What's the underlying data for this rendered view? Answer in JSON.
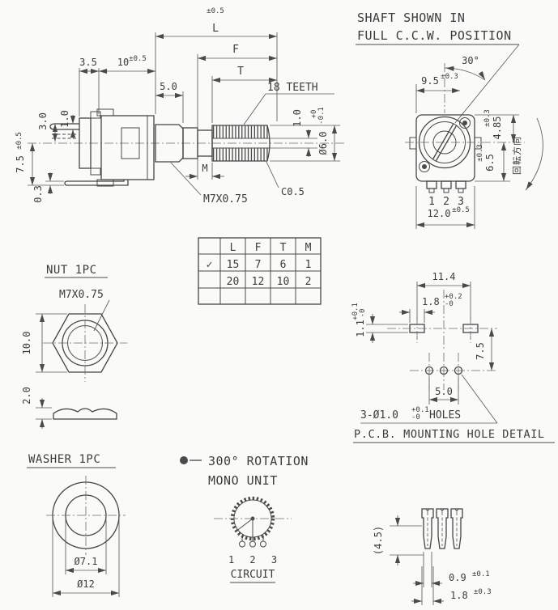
{
  "side_view": {
    "tol_top": "±0.5",
    "dim_l": "L",
    "dim_f": "F",
    "dim_t": "T",
    "dim_3_5": "3.5",
    "dim_10": "10",
    "dim_10_tol": "±0.5",
    "dim_5_0": "5.0",
    "teeth": "18 TEETH",
    "dim_3_0": "3.0",
    "dim_1_0": "1.0",
    "dim_7_5": "7.5",
    "dim_7_5_tol": "±0.5",
    "dim_0_3": "0.3",
    "dim_m": "M",
    "thread": "M7X0.75",
    "slot": "1.0",
    "slot_tol_plus": "+0",
    "slot_tol_minus": "-0.1",
    "shaft_dia": "Ø6.0",
    "chamfer": "C0.5"
  },
  "front_view": {
    "title_1": "SHAFT SHOWN IN",
    "title_2": "FULL C.C.W. POSITION",
    "angle": "30°",
    "dim_9_5": "9.5",
    "dim_9_5_tol": "±0.3",
    "dim_4_85": "4.85",
    "dim_4_85_tol": "±0.3",
    "dim_6_5": "6.5",
    "dim_6_5_tol": "±0.3",
    "pin_1": "1",
    "pin_2": "2",
    "pin_3": "3",
    "dim_12": "12.0",
    "dim_12_tol": "±0.5",
    "rotation_note": "回転方向"
  },
  "size_table": {
    "headers": [
      "L",
      "F",
      "T",
      "M"
    ],
    "rows": [
      {
        "check": "✓",
        "l": "15",
        "f": "7",
        "t": "6",
        "m": "1"
      },
      {
        "check": "",
        "l": "20",
        "f": "12",
        "t": "10",
        "m": "2"
      },
      {
        "check": "",
        "l": "",
        "f": "",
        "t": "",
        "m": ""
      }
    ]
  },
  "nut": {
    "title": "NUT 1PC",
    "thread": "M7X0.75",
    "dim_height": "10.0",
    "dim_thickness": "2.0"
  },
  "pcb": {
    "dim_11_4": "11.4",
    "dim_1_8": "1.8",
    "dim_1_8_plus": "+0.2",
    "dim_1_8_minus": "-0",
    "dim_1_1": "1.1",
    "dim_1_1_plus": "+0.1",
    "dim_1_1_minus": "-0",
    "dim_7_5": "7.5",
    "dim_5_0": "5.0",
    "holes": "3-Ø1.0",
    "holes_plus": "+0.1",
    "holes_minus": "-0",
    "holes_suffix": "HOLES",
    "caption": "P.C.B. MOUNTING HOLE DETAIL"
  },
  "washer": {
    "title": "WASHER 1PC",
    "dim_inner": "Ø7.1",
    "dim_outer": "Ø12"
  },
  "circuit": {
    "note_1": "300° ROTATION",
    "note_2": "MONO UNIT",
    "pins": "1 2 3",
    "caption": "CIRCUIT"
  },
  "pins_detail": {
    "dim_4_5": "(4.5)",
    "dim_0_9": "0.9",
    "dim_0_9_tol": "±0.1",
    "dim_1_8": "1.8",
    "dim_1_8_tol": "±0.3"
  }
}
